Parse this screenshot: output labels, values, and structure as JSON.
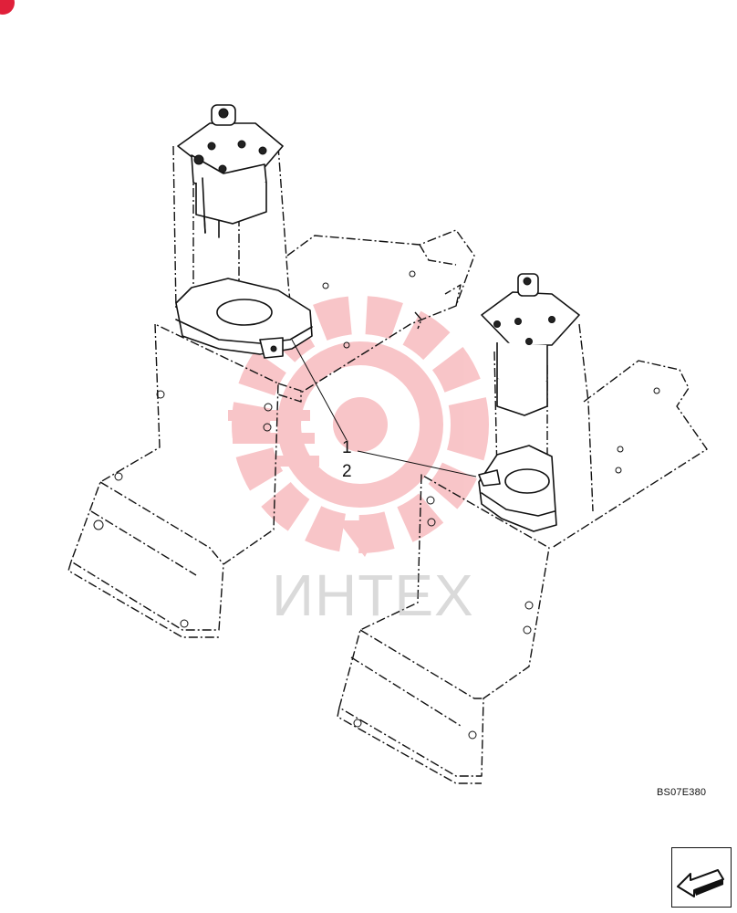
{
  "callouts": {
    "first": "1",
    "second": "2"
  },
  "drawing_code": "BS07E380",
  "watermark": {
    "text": "ИНТЕХ",
    "color": "#e8323c"
  },
  "icons": {
    "nav": "arrow-back-icon",
    "logo": "gear-watermark-icon",
    "corner": "corner-badge-icon"
  },
  "accent_color": "#e0203a"
}
